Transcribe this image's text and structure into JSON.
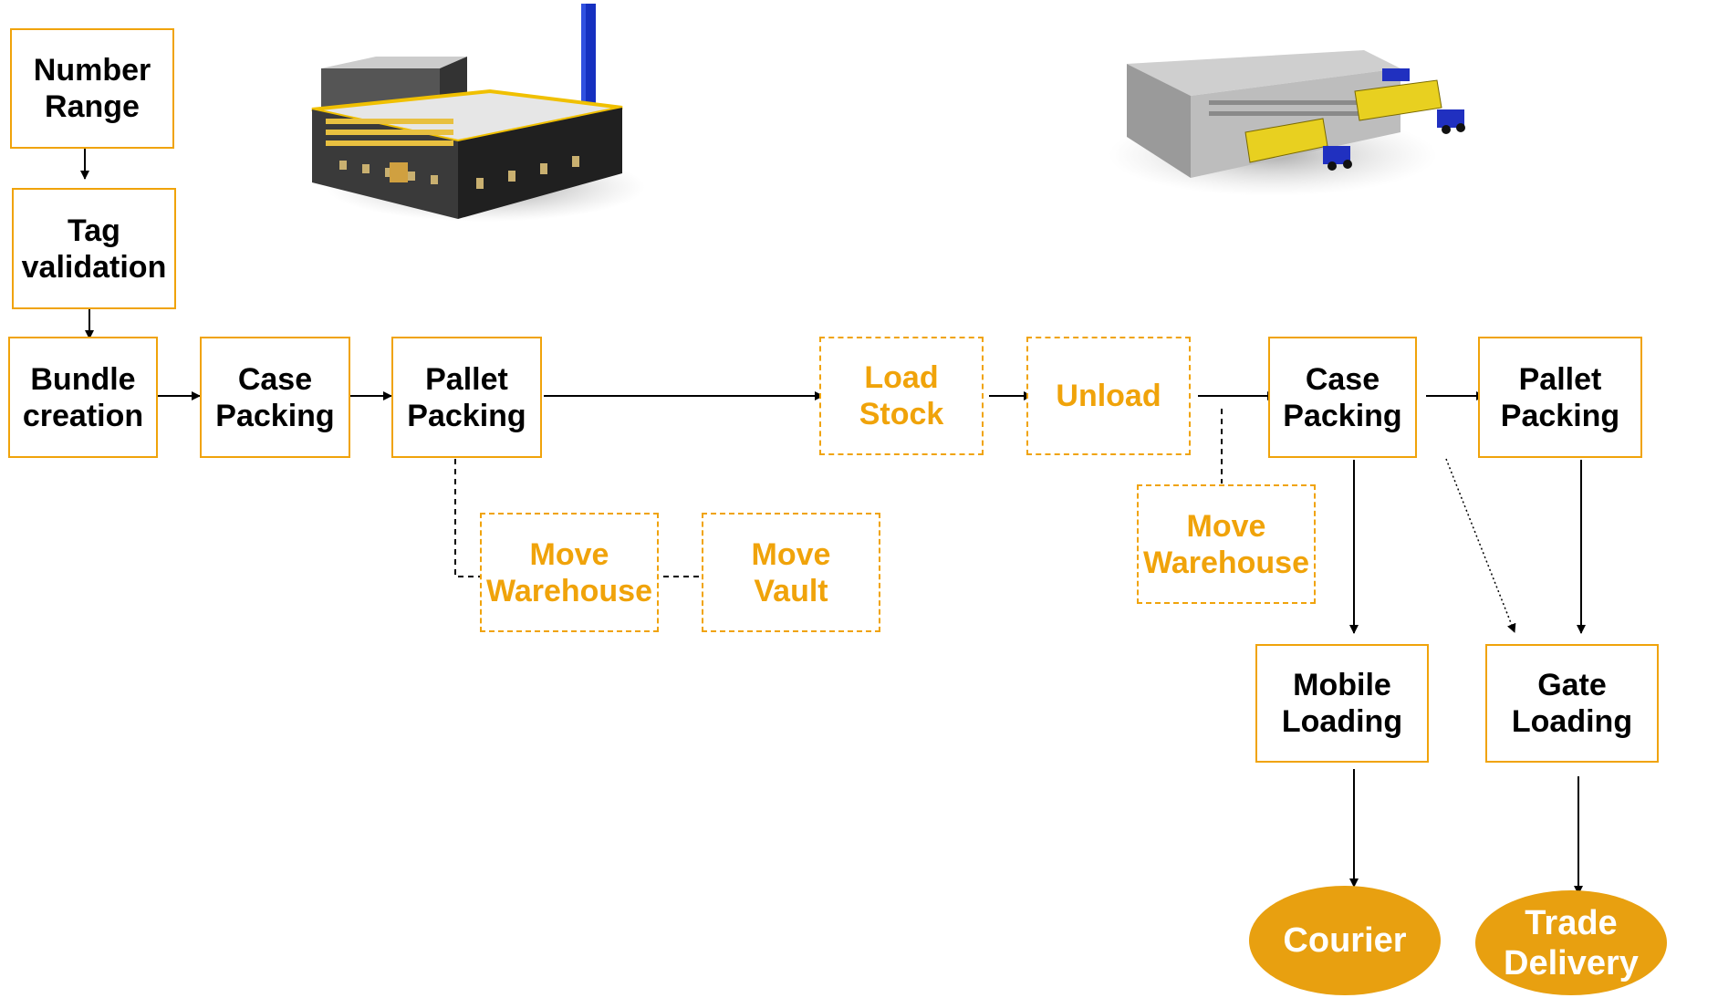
{
  "nodes": {
    "number_range": "Number\nRange",
    "tag_validation": "Tag\nvalidation",
    "bundle_creation": "Bundle\ncreation",
    "case_packing_1": "Case\nPacking",
    "pallet_packing_1": "Pallet\nPacking",
    "move_warehouse_1": "Move\nWarehouse",
    "move_vault": "Move\nVault",
    "load_stock": "Load\nStock",
    "unload": "Unload",
    "move_warehouse_2": "Move\nWarehouse",
    "case_packing_2": "Case\nPacking",
    "pallet_packing_2": "Pallet\nPacking",
    "mobile_loading": "Mobile\nLoading",
    "gate_loading": "Gate\nLoading",
    "courier": "Courier",
    "trade_delivery": "Trade\nDelivery"
  },
  "colors": {
    "accent": "#f0a30a",
    "oval_fill": "#e8a010",
    "solid_box_text": "#000000",
    "dashed_box_text": "#f0a30a"
  },
  "illustrations": [
    "factory-icon",
    "warehouse-with-trucks-icon"
  ]
}
